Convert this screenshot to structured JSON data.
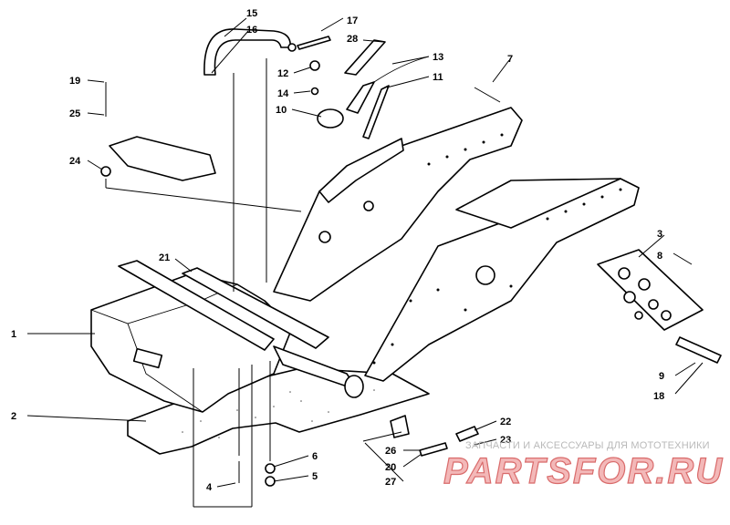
{
  "diagram": {
    "callouts": [
      {
        "id": "1",
        "text": "1"
      },
      {
        "id": "2",
        "text": "2"
      },
      {
        "id": "3",
        "text": "3"
      },
      {
        "id": "4",
        "text": "4"
      },
      {
        "id": "5",
        "text": "5"
      },
      {
        "id": "6",
        "text": "6"
      },
      {
        "id": "7",
        "text": "7"
      },
      {
        "id": "8",
        "text": "8"
      },
      {
        "id": "9",
        "text": "9"
      },
      {
        "id": "10",
        "text": "10"
      },
      {
        "id": "11",
        "text": "11"
      },
      {
        "id": "12",
        "text": "12"
      },
      {
        "id": "13",
        "text": "13"
      },
      {
        "id": "14",
        "text": "14"
      },
      {
        "id": "15",
        "text": "15"
      },
      {
        "id": "16",
        "text": "16"
      },
      {
        "id": "17",
        "text": "17"
      },
      {
        "id": "18",
        "text": "18"
      },
      {
        "id": "19",
        "text": "19"
      },
      {
        "id": "20",
        "text": "20"
      },
      {
        "id": "21",
        "text": "21"
      },
      {
        "id": "22",
        "text": "22"
      },
      {
        "id": "23",
        "text": "23"
      },
      {
        "id": "24",
        "text": "24"
      },
      {
        "id": "25",
        "text": "25"
      },
      {
        "id": "26",
        "text": "26"
      },
      {
        "id": "27",
        "text": "27"
      },
      {
        "id": "28",
        "text": "28"
      }
    ]
  },
  "watermark": {
    "tagline": "ЗАПЧАСТИ И АКСЕССУАРЫ ДЛЯ МОТОТЕХНИКИ",
    "logo": "PARTSFOR.RU"
  }
}
